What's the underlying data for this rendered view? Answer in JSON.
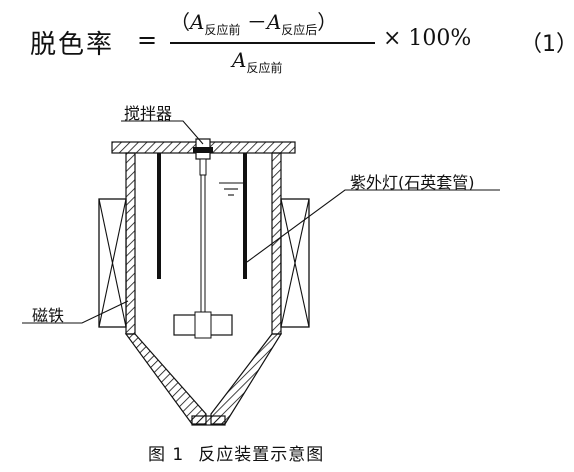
{
  "formula": {
    "lhs": "脱色率",
    "equals": "=",
    "numerator": {
      "open": "（",
      "var1": "A",
      "sub1": "反应前",
      "minus": "－",
      "var2": "A",
      "sub2": "反应后",
      "close": "）"
    },
    "denominator": {
      "var": "A",
      "sub": "反应前"
    },
    "rhs": "× 100%",
    "tag": "（1）"
  },
  "labels": {
    "stirrer": "搅拌器",
    "uv_lamp": "紫外灯(石英套管)",
    "magnet": "磁铁"
  },
  "caption": {
    "number": "图 1",
    "title": "反应装置示意图"
  }
}
